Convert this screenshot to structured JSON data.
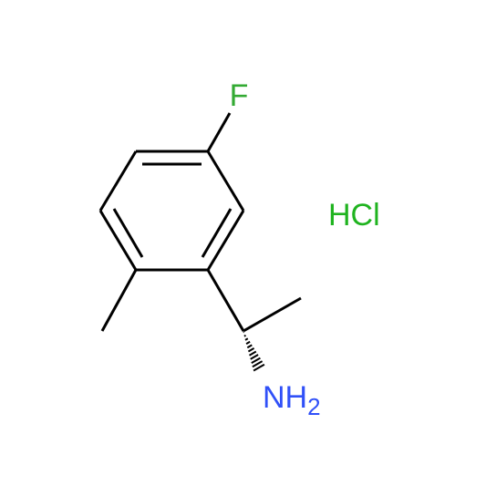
{
  "molecule": {
    "atoms": {
      "fluorine": {
        "symbol": "F",
        "color": "#33aa33"
      },
      "amine": {
        "symbol": "NH",
        "subscript": "2",
        "color": "#3050f8"
      },
      "salt": {
        "symbol": "HCl",
        "color": "#1fb31f"
      }
    },
    "bond_color": "#000000"
  }
}
